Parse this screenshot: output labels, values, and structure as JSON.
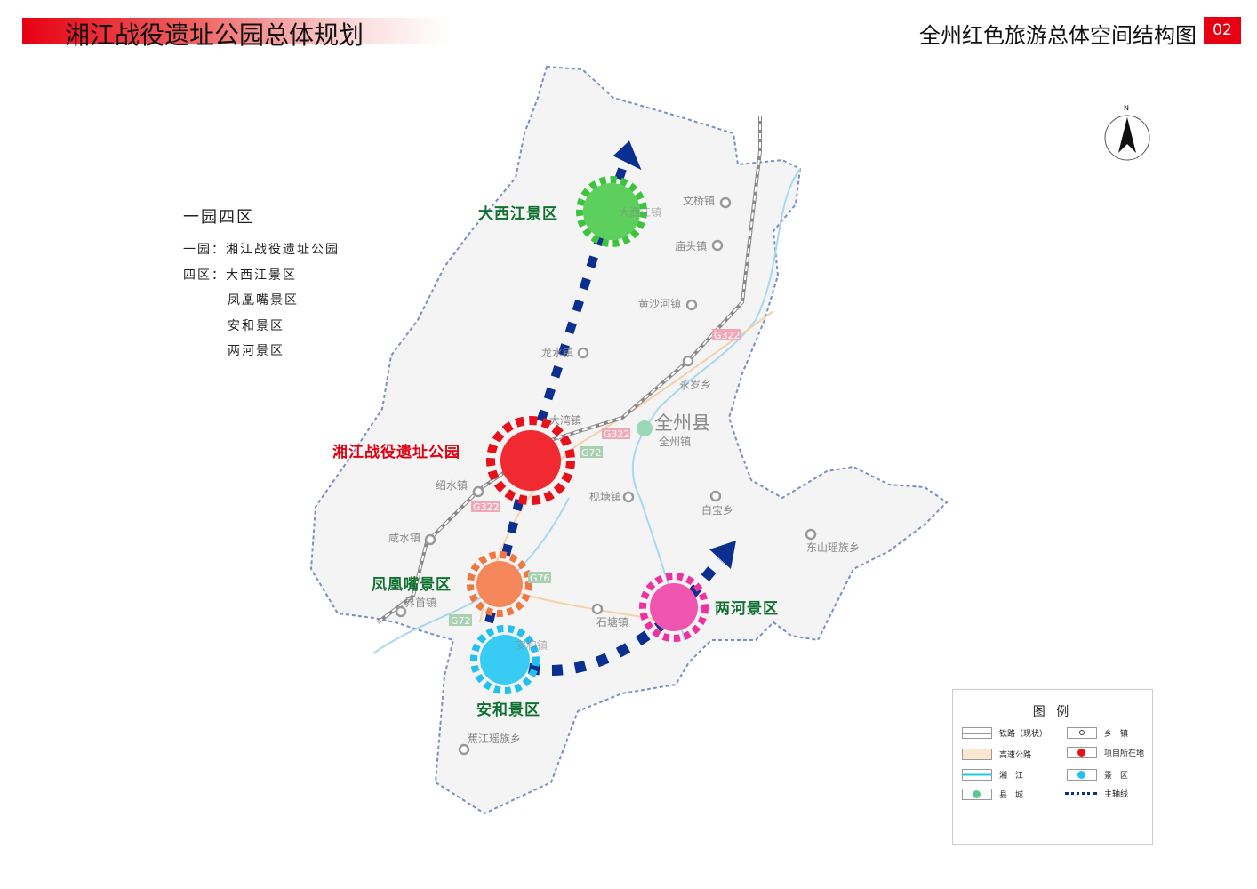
{
  "header": {
    "title": "湘江战役遗址公园总体规划",
    "map_title": "全州红色旅游总体空间结构图",
    "page_number": "02"
  },
  "intro": {
    "title": "一园四区",
    "lines": [
      "一园：湘江战役遗址公园",
      "四区：大西江景区",
      "凤凰嘴景区",
      "安和景区",
      "两河景区"
    ]
  },
  "compass": {
    "label": "N"
  },
  "zones": {
    "park": "湘江战役遗址公园",
    "daxijiang": "大西江景区",
    "fenghuangzui": "凤凰嘴景区",
    "anhe": "安和景区",
    "lianghe": "两河景区"
  },
  "county": {
    "name": "全州县",
    "seat": "全州镇"
  },
  "towns": [
    "文桥镇",
    "庙头镇",
    "黄沙河镇",
    "龙水镇",
    "永岁乡",
    "大湾镇",
    "绍水镇",
    "枧塘镇",
    "白宝乡",
    "东山瑶族乡",
    "咸水镇",
    "界首镇",
    "石塘镇",
    "蕉江瑶族乡",
    "大西江镇",
    "安和镇"
  ],
  "roads": [
    "G322",
    "G322",
    "G322",
    "G72",
    "G72",
    "G76"
  ],
  "legend": {
    "title": "图 例",
    "items": [
      "铁路（现状）",
      "高速公路",
      "湘　江",
      "县　城",
      "乡　镇",
      "项目所在地",
      "景　区",
      "主轴线"
    ]
  },
  "colors": {
    "park": "#e8101a",
    "daxijiang": "#3cc43c",
    "fenghuangzui": "#f07840",
    "anhe": "#20c0f0",
    "lianghe": "#f030a0",
    "axis": "#0a2f8f",
    "zone_label": "#107030",
    "park_label": "#e00010",
    "boundary": "#7a90c0"
  }
}
